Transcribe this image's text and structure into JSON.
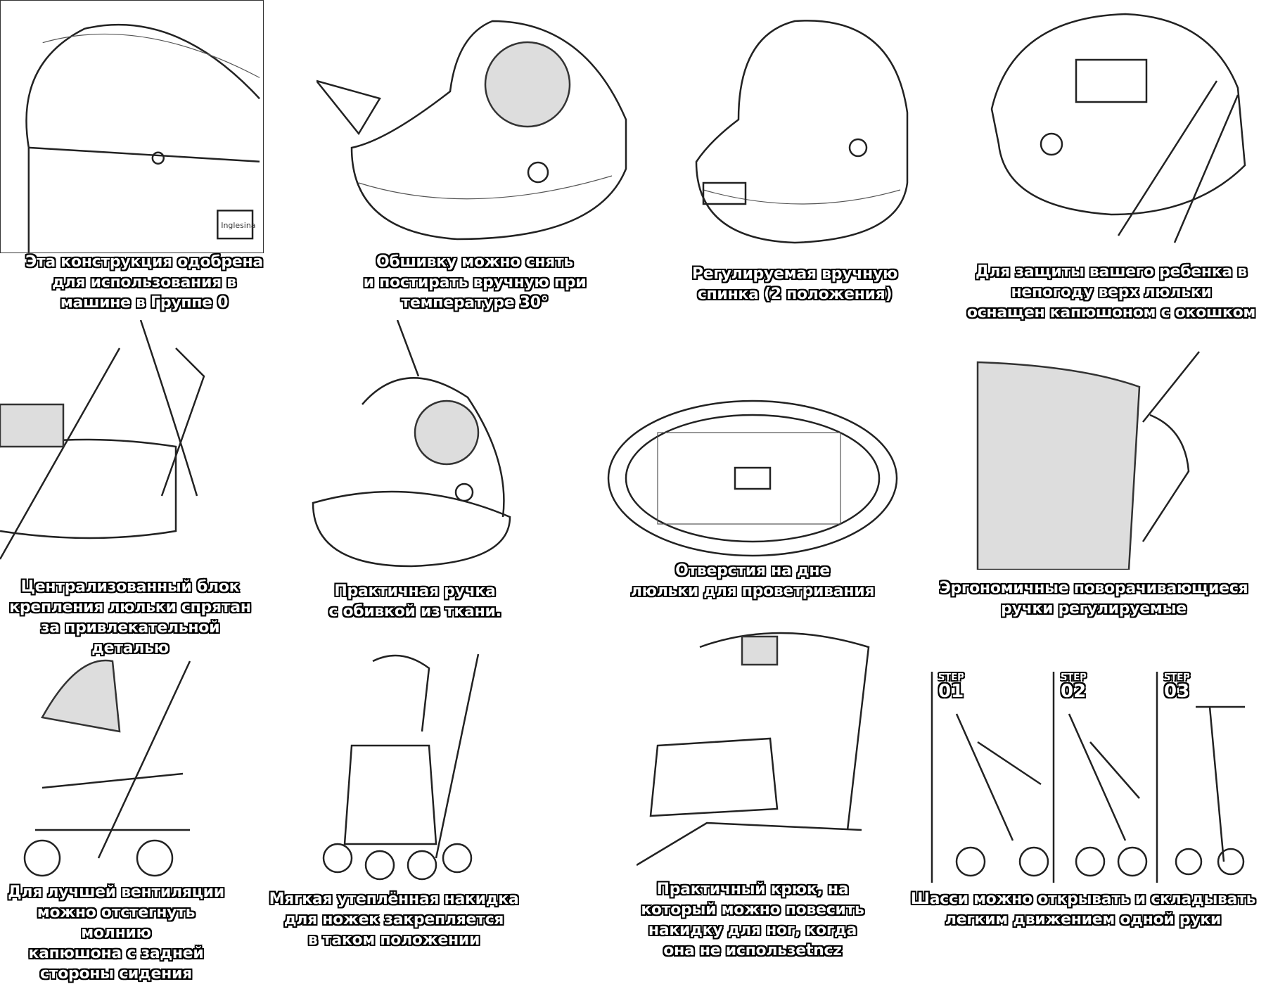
{
  "captions": [
    {
      "lines": [
        "Эта конструкция одобрена",
        "для использования в",
        "машине в Группе 0"
      ]
    },
    {
      "lines": [
        "Обшивку можно снять",
        "и постирать вручную при",
        "температуре 30°"
      ]
    },
    {
      "lines": [
        "Регулируемая вручную",
        "спинка (2 положения)"
      ]
    },
    {
      "lines": [
        "Для защиты вашего ребенка в",
        "непогоду верх люльки",
        "оснащен капюшоном с окошком"
      ]
    },
    {
      "lines": [
        "Централизованный блок",
        "крепления люльки спрятан",
        "за привлекательной деталью"
      ]
    },
    {
      "lines": [
        "Практичная ручка",
        "с обивкой из ткани."
      ]
    },
    {
      "lines": [
        "Отверстия на дне",
        "люльки для проветривания"
      ]
    },
    {
      "lines": [
        "Эргономичные поворачивающиеся",
        "ручки регулируемые"
      ]
    },
    {
      "lines": [
        "Для лучшей вентиляции",
        "можно отстегнуть молнию",
        "капюшона с задней",
        "стороны сидения"
      ]
    },
    {
      "lines": [
        "Мягкая утеплённая накидка",
        "для ножек закрепляется",
        "в таком положении"
      ]
    },
    {
      "lines": [
        "Практичный крюк, на",
        "который можно повесить",
        "накидку для ног, когда",
        "она не использetncz"
      ]
    },
    {
      "lines": [
        "Шасси можно открывать и складывать",
        "легким движением одной руки"
      ]
    }
  ],
  "steps": [
    {
      "label": "STEP",
      "number": "01"
    },
    {
      "label": "STEP",
      "number": "02"
    },
    {
      "label": "STEP",
      "number": "03"
    }
  ],
  "brand_label": "Inglesina"
}
